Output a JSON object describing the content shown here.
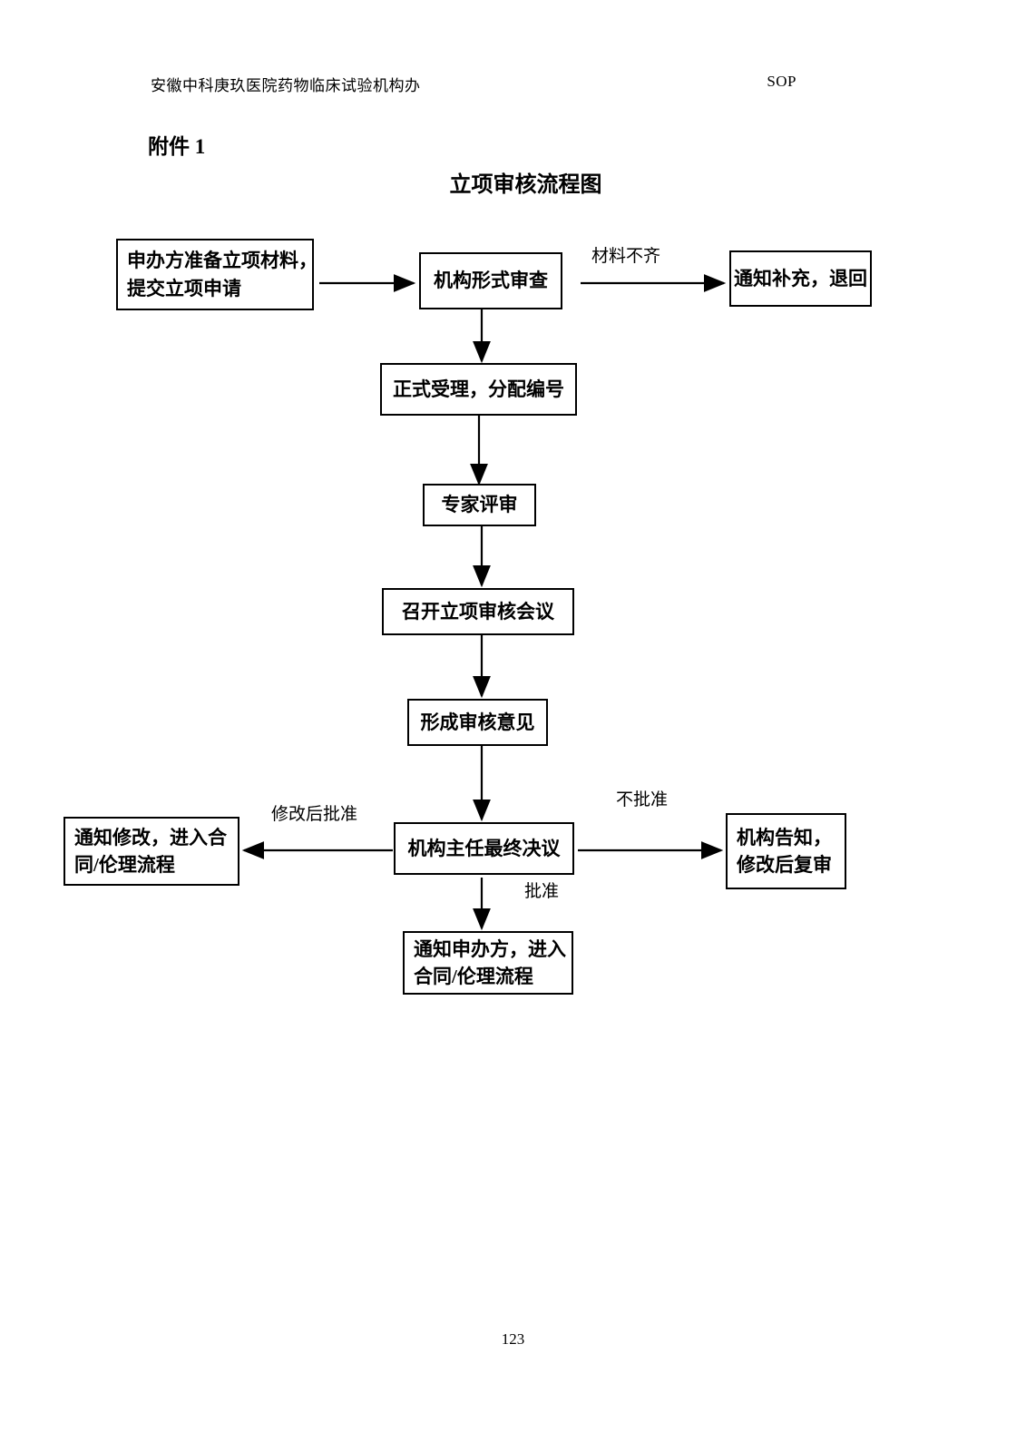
{
  "header": {
    "left": "安徽中科庚玖医院药物临床试验机构办",
    "right": "SOP"
  },
  "attachment_label": "附件 1",
  "title": "立项审核流程图",
  "page_number": "123",
  "chart_data": {
    "type": "diagram",
    "title": "立项审核流程图",
    "nodes": [
      {
        "id": "n1",
        "lines": [
          "申办方准备立项材料，",
          "提交立项申请"
        ]
      },
      {
        "id": "n2",
        "lines": [
          "机构形式审查"
        ]
      },
      {
        "id": "n3",
        "lines": [
          "通知补充，退回"
        ]
      },
      {
        "id": "n4",
        "lines": [
          "正式受理，分配编号"
        ]
      },
      {
        "id": "n5",
        "lines": [
          "专家评审"
        ]
      },
      {
        "id": "n6",
        "lines": [
          "召开立项审核会议"
        ]
      },
      {
        "id": "n7",
        "lines": [
          "形成审核意见"
        ]
      },
      {
        "id": "n8",
        "lines": [
          "机构主任最终决议"
        ]
      },
      {
        "id": "n9",
        "lines": [
          "通知修改，进入合",
          "同/伦理流程"
        ]
      },
      {
        "id": "n10",
        "lines": [
          "机构告知，",
          "修改后复审"
        ]
      },
      {
        "id": "n11",
        "lines": [
          "通知申办方，进入",
          "合同/伦理流程"
        ]
      }
    ],
    "edges": [
      {
        "from": "n1",
        "to": "n2",
        "label": ""
      },
      {
        "from": "n2",
        "to": "n3",
        "label": "材料不齐"
      },
      {
        "from": "n2",
        "to": "n4",
        "label": ""
      },
      {
        "from": "n4",
        "to": "n5",
        "label": ""
      },
      {
        "from": "n5",
        "to": "n6",
        "label": ""
      },
      {
        "from": "n6",
        "to": "n7",
        "label": ""
      },
      {
        "from": "n7",
        "to": "n8",
        "label": ""
      },
      {
        "from": "n8",
        "to": "n9",
        "label": "修改后批准"
      },
      {
        "from": "n8",
        "to": "n10",
        "label": "不批准"
      },
      {
        "from": "n8",
        "to": "n11",
        "label": "批准"
      }
    ]
  },
  "nodes": {
    "n1": {
      "l1": "申办方准备立项材料，",
      "l2": "提交立项申请"
    },
    "n2": {
      "l1": "机构形式审查"
    },
    "n3": {
      "l1": "通知补充，退回"
    },
    "n4": {
      "l1": "正式受理，分配编号"
    },
    "n5": {
      "l1": "专家评审"
    },
    "n6": {
      "l1": "召开立项审核会议"
    },
    "n7": {
      "l1": "形成审核意见"
    },
    "n8": {
      "l1": "机构主任最终决议"
    },
    "n9": {
      "l1": "通知修改，进入合",
      "l2": "同/伦理流程"
    },
    "n10": {
      "l1": "机构告知，",
      "l2": "修改后复审"
    },
    "n11": {
      "l1": "通知申办方，进入",
      "l2": "合同/伦理流程"
    }
  },
  "edge_labels": {
    "incomplete": "材料不齐",
    "approve_after_revision": "修改后批准",
    "not_approved": "不批准",
    "approved": "批准"
  }
}
